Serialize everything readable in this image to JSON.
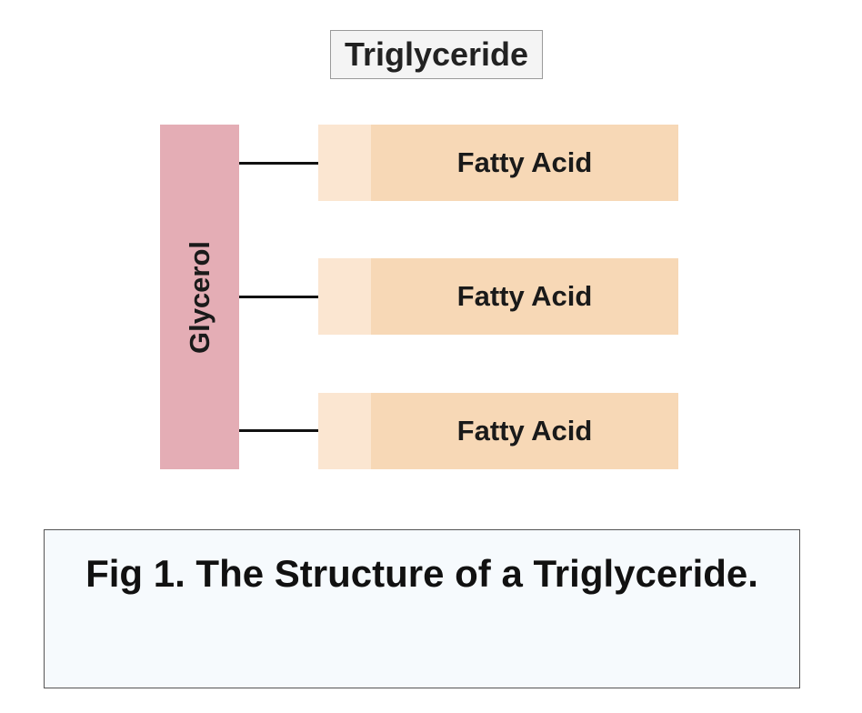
{
  "diagram": {
    "title": "Triglyceride",
    "backbone_label": "Glycerol",
    "chains": [
      {
        "label": "Fatty Acid"
      },
      {
        "label": "Fatty Acid"
      },
      {
        "label": "Fatty Acid"
      }
    ],
    "colors": {
      "glycerol": "#e4adb5",
      "fatty_acid": "#f7d8b6",
      "fatty_acid_head": "#fbe6d1",
      "bond": "#111111"
    }
  },
  "caption": {
    "text": "Fig 1. The Structure of a Triglyceride."
  }
}
